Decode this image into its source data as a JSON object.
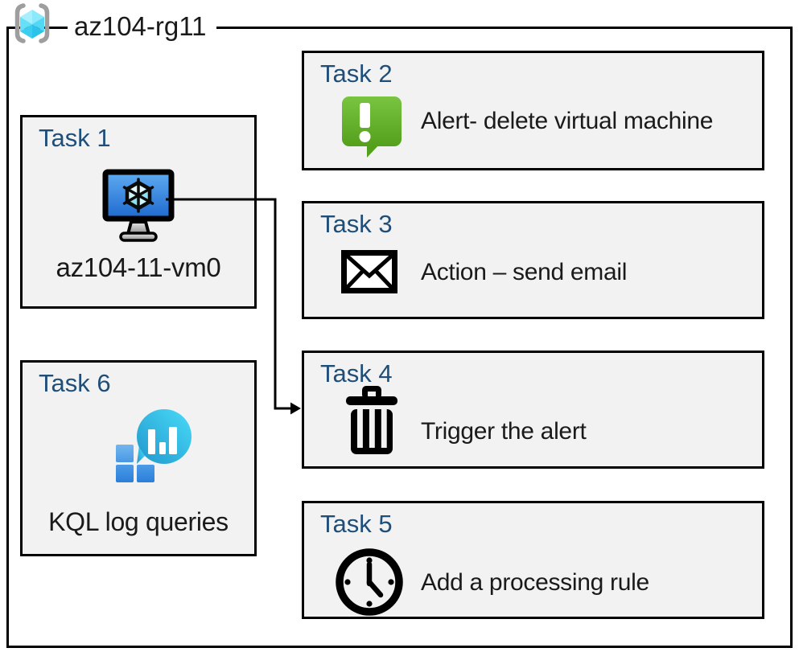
{
  "diagram": {
    "title": "az104-rg11",
    "title_icon": "resource-group-icon",
    "tasks": [
      {
        "label": "Task 1",
        "icon": "virtual-machine-icon",
        "text": "az104-11-vm0"
      },
      {
        "label": "Task 2",
        "icon": "alert-icon",
        "text": "Alert- delete virtual machine"
      },
      {
        "label": "Task 3",
        "icon": "email-icon",
        "text": "Action – send email"
      },
      {
        "label": "Task 4",
        "icon": "trash-icon",
        "text": "Trigger the alert"
      },
      {
        "label": "Task 5",
        "icon": "clock-icon",
        "text": "Add a processing rule"
      },
      {
        "label": "Task 6",
        "icon": "kql-log-queries-icon",
        "text": "KQL log queries"
      }
    ],
    "connector": {
      "from": "Task 1",
      "to": "Task 4"
    },
    "colors": {
      "task_label": "#1F4E79",
      "box_fill": "#F2F2F2",
      "frame_border": "#000000",
      "alert_green": "#65B32E",
      "vm_screen_blue": "#2D7EE0",
      "kql_teal": "#35C6EF",
      "kql_square_blue": "#2E83DC",
      "cube_cyan": "#7FE3F9",
      "bracket_gray": "#9E9E9E"
    }
  }
}
